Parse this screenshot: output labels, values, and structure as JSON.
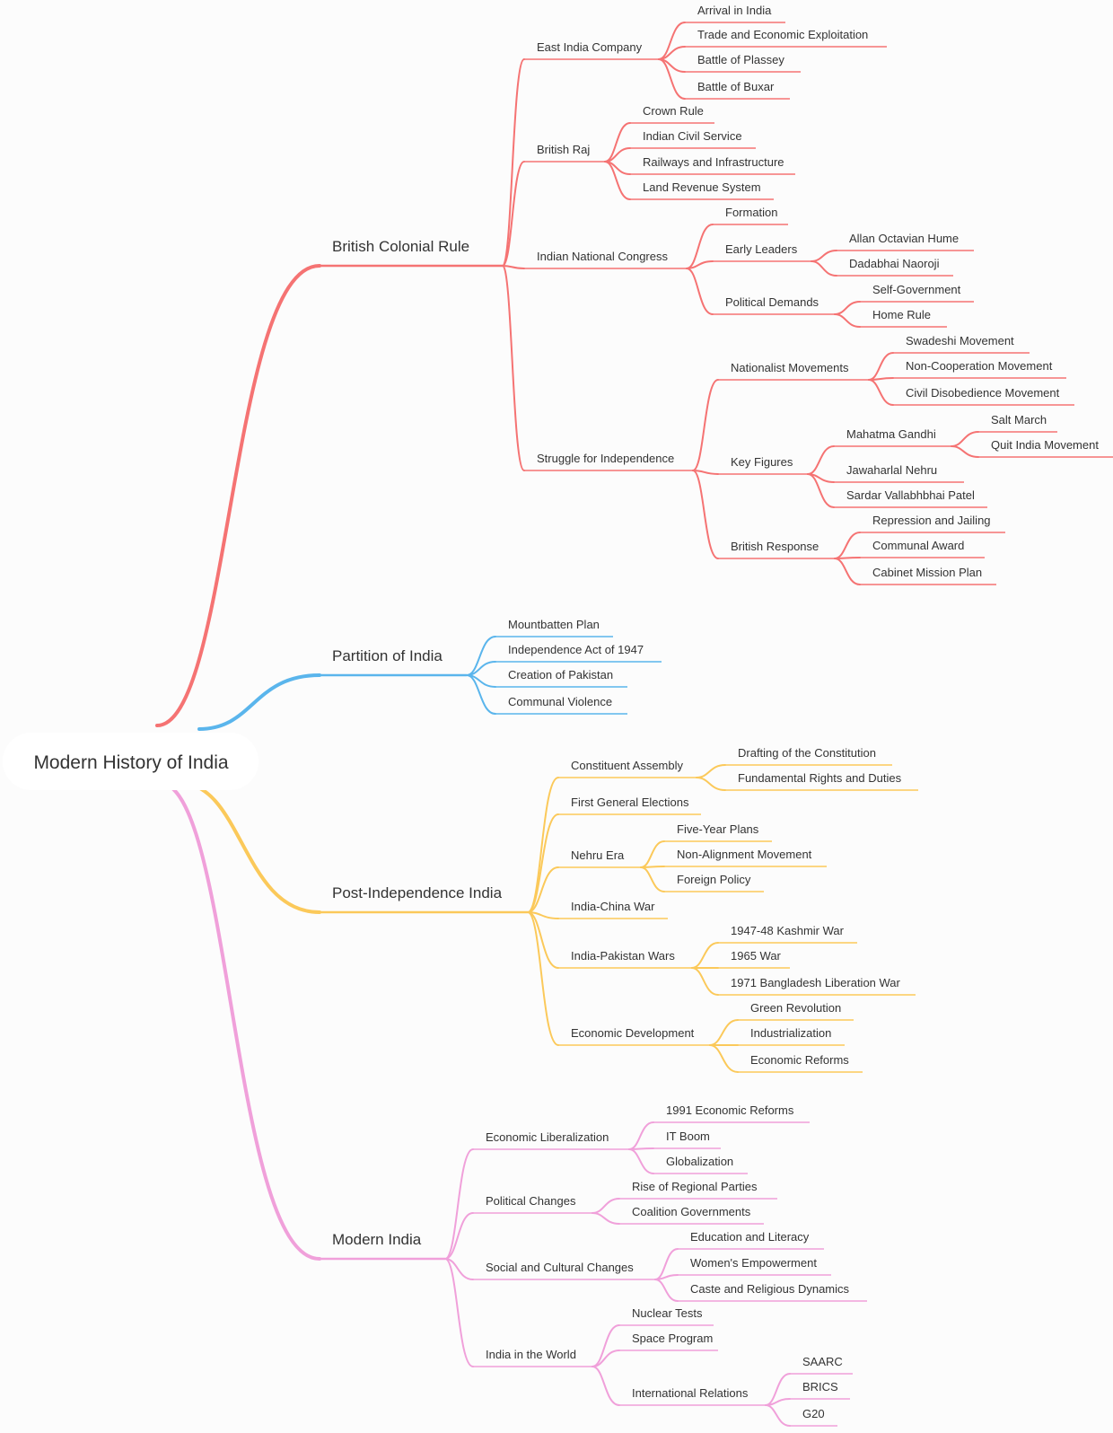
{
  "root": {
    "label": "Modern History of India"
  },
  "branches": [
    {
      "label": "British Colonial Rule",
      "color": "#f57373",
      "children": [
        {
          "label": "East India Company",
          "children": [
            {
              "label": "Arrival in India"
            },
            {
              "label": "Trade and Economic Exploitation"
            },
            {
              "label": "Battle of Plassey"
            },
            {
              "label": "Battle of Buxar"
            }
          ]
        },
        {
          "label": "British Raj",
          "children": [
            {
              "label": "Crown Rule"
            },
            {
              "label": "Indian Civil Service"
            },
            {
              "label": "Railways and Infrastructure"
            },
            {
              "label": "Land Revenue System"
            }
          ]
        },
        {
          "label": "Indian National Congress",
          "children": [
            {
              "label": "Formation"
            },
            {
              "label": "Early Leaders",
              "children": [
                {
                  "label": "Allan Octavian Hume"
                },
                {
                  "label": "Dadabhai Naoroji"
                }
              ]
            },
            {
              "label": "Political Demands",
              "children": [
                {
                  "label": "Self-Government"
                },
                {
                  "label": "Home Rule"
                }
              ]
            }
          ]
        },
        {
          "label": "Struggle for Independence",
          "children": [
            {
              "label": "Nationalist Movements",
              "children": [
                {
                  "label": "Swadeshi Movement"
                },
                {
                  "label": "Non-Cooperation Movement"
                },
                {
                  "label": "Civil Disobedience Movement"
                }
              ]
            },
            {
              "label": "Key Figures",
              "children": [
                {
                  "label": "Mahatma Gandhi",
                  "children": [
                    {
                      "label": "Salt March"
                    },
                    {
                      "label": "Quit India Movement"
                    }
                  ]
                },
                {
                  "label": "Jawaharlal Nehru"
                },
                {
                  "label": "Sardar Vallabhbhai Patel"
                }
              ]
            },
            {
              "label": "British Response",
              "children": [
                {
                  "label": "Repression and Jailing"
                },
                {
                  "label": "Communal Award"
                },
                {
                  "label": "Cabinet Mission Plan"
                }
              ]
            }
          ]
        }
      ]
    },
    {
      "label": "Partition of India",
      "color": "#5ab5ec",
      "children": [
        {
          "label": "Mountbatten Plan"
        },
        {
          "label": "Independence Act of 1947"
        },
        {
          "label": "Creation of Pakistan"
        },
        {
          "label": "Communal Violence"
        }
      ]
    },
    {
      "label": "Post-Independence India",
      "color": "#fbc95a",
      "children": [
        {
          "label": "Constituent Assembly",
          "children": [
            {
              "label": "Drafting of the Constitution"
            },
            {
              "label": "Fundamental Rights and Duties"
            }
          ]
        },
        {
          "label": "First General Elections"
        },
        {
          "label": "Nehru Era",
          "children": [
            {
              "label": "Five-Year Plans"
            },
            {
              "label": "Non-Alignment Movement"
            },
            {
              "label": "Foreign Policy"
            }
          ]
        },
        {
          "label": "India-China War"
        },
        {
          "label": "India-Pakistan Wars",
          "children": [
            {
              "label": "1947-48 Kashmir War"
            },
            {
              "label": "1965 War"
            },
            {
              "label": "1971 Bangladesh Liberation War"
            }
          ]
        },
        {
          "label": "Economic Development",
          "children": [
            {
              "label": "Green Revolution"
            },
            {
              "label": "Industrialization"
            },
            {
              "label": "Economic Reforms"
            }
          ]
        }
      ]
    },
    {
      "label": "Modern India",
      "color": "#f0a0da",
      "children": [
        {
          "label": "Economic Liberalization",
          "children": [
            {
              "label": "1991 Economic Reforms"
            },
            {
              "label": "IT Boom"
            },
            {
              "label": "Globalization"
            }
          ]
        },
        {
          "label": "Political Changes",
          "children": [
            {
              "label": "Rise of Regional Parties"
            },
            {
              "label": "Coalition Governments"
            }
          ]
        },
        {
          "label": "Social and Cultural Changes",
          "children": [
            {
              "label": "Education and Literacy"
            },
            {
              "label": "Women's Empowerment"
            },
            {
              "label": "Caste and Religious Dynamics"
            }
          ]
        },
        {
          "label": "India in the World",
          "children": [
            {
              "label": "Nuclear Tests"
            },
            {
              "label": "Space Program"
            },
            {
              "label": "International Relations",
              "children": [
                {
                  "label": "SAARC"
                },
                {
                  "label": "BRICS"
                },
                {
                  "label": "G20"
                }
              ]
            }
          ]
        }
      ]
    }
  ]
}
